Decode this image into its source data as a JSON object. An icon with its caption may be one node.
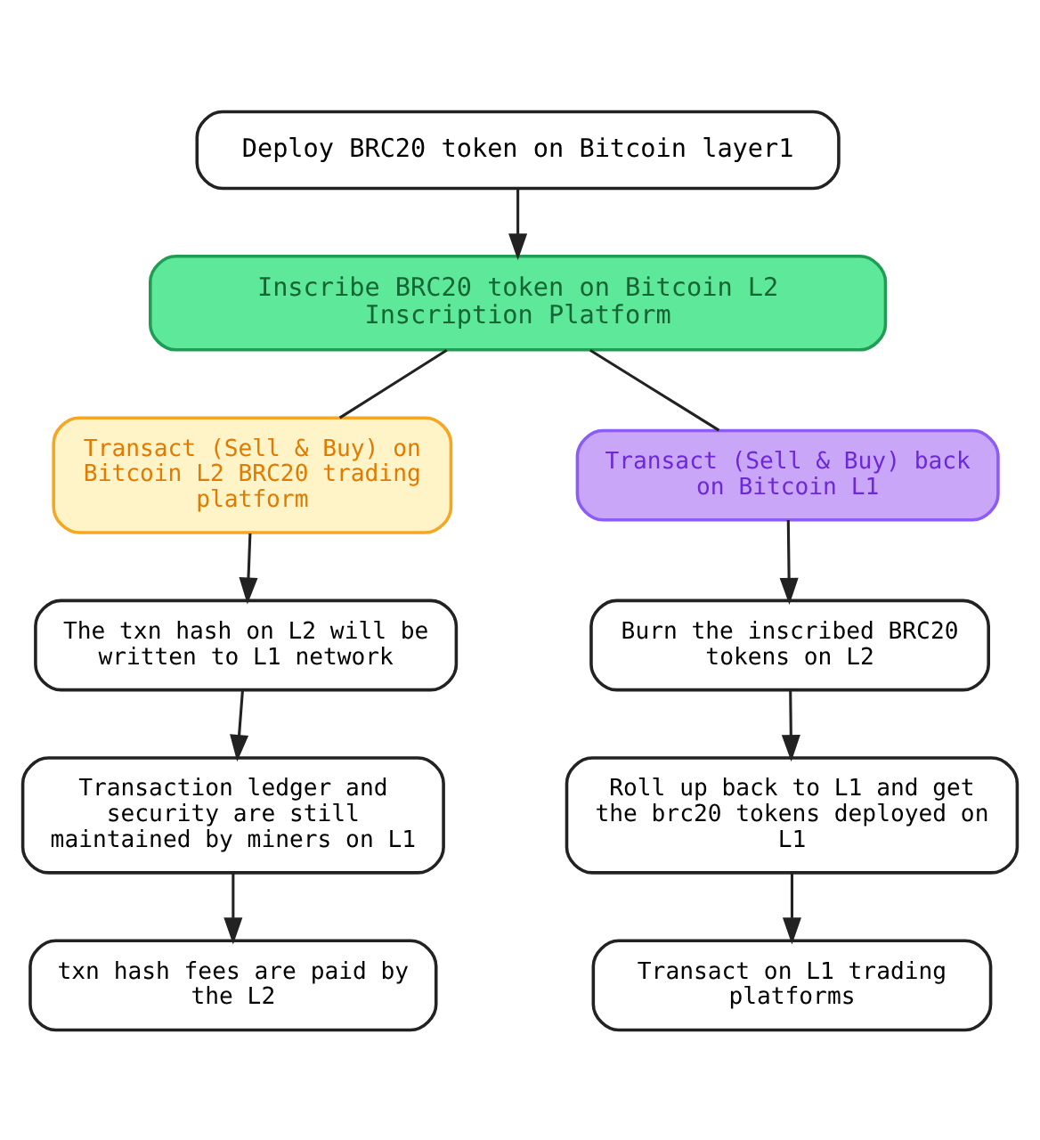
{
  "diagram": {
    "nodes": [
      {
        "text": [
          "Deploy BRC20 token on Bitcoin layer1"
        ]
      },
      {
        "text": [
          "Inscribe BRC20 token on Bitcoin L2 Inscription Platform"
        ]
      },
      {
        "text": [
          "Transact (Sell & Buy) on Bitcoin L2 BRC20 trading platform"
        ]
      },
      {
        "text": [
          "Transact (Sell & Buy) back on Bitcoin L1"
        ]
      },
      {
        "text": [
          "The txn hash on L2 will be written to L1 network"
        ]
      },
      {
        "text": [
          "Transaction ledger and security are still maintained by miners on L1"
        ]
      },
      {
        "text": [
          "txn hash fees are paid by the L2"
        ]
      },
      {
        "text": [
          "Burn the inscribed BRC20 tokens on L2"
        ]
      },
      {
        "text": [
          "Roll up back to L1 and get the brc20 tokens deployed on L1"
        ]
      },
      {
        "text": [
          "Transact on L1 trading platforms"
        ]
      }
    ],
    "edges": [
      {
        "from": 0,
        "to": 1,
        "arrow": "to"
      },
      {
        "from": 1,
        "to": 2,
        "arrow": "none"
      },
      {
        "from": 1,
        "to": 3,
        "arrow": "none"
      },
      {
        "from": 2,
        "to": 4,
        "arrow": "to"
      },
      {
        "from": 4,
        "to": 5,
        "arrow": "to"
      },
      {
        "from": 5,
        "to": 6,
        "arrow": "to"
      },
      {
        "from": 3,
        "to": 7,
        "arrow": "to"
      },
      {
        "from": 7,
        "to": 8,
        "arrow": "to"
      },
      {
        "from": 8,
        "to": 9,
        "arrow": "to"
      }
    ]
  }
}
